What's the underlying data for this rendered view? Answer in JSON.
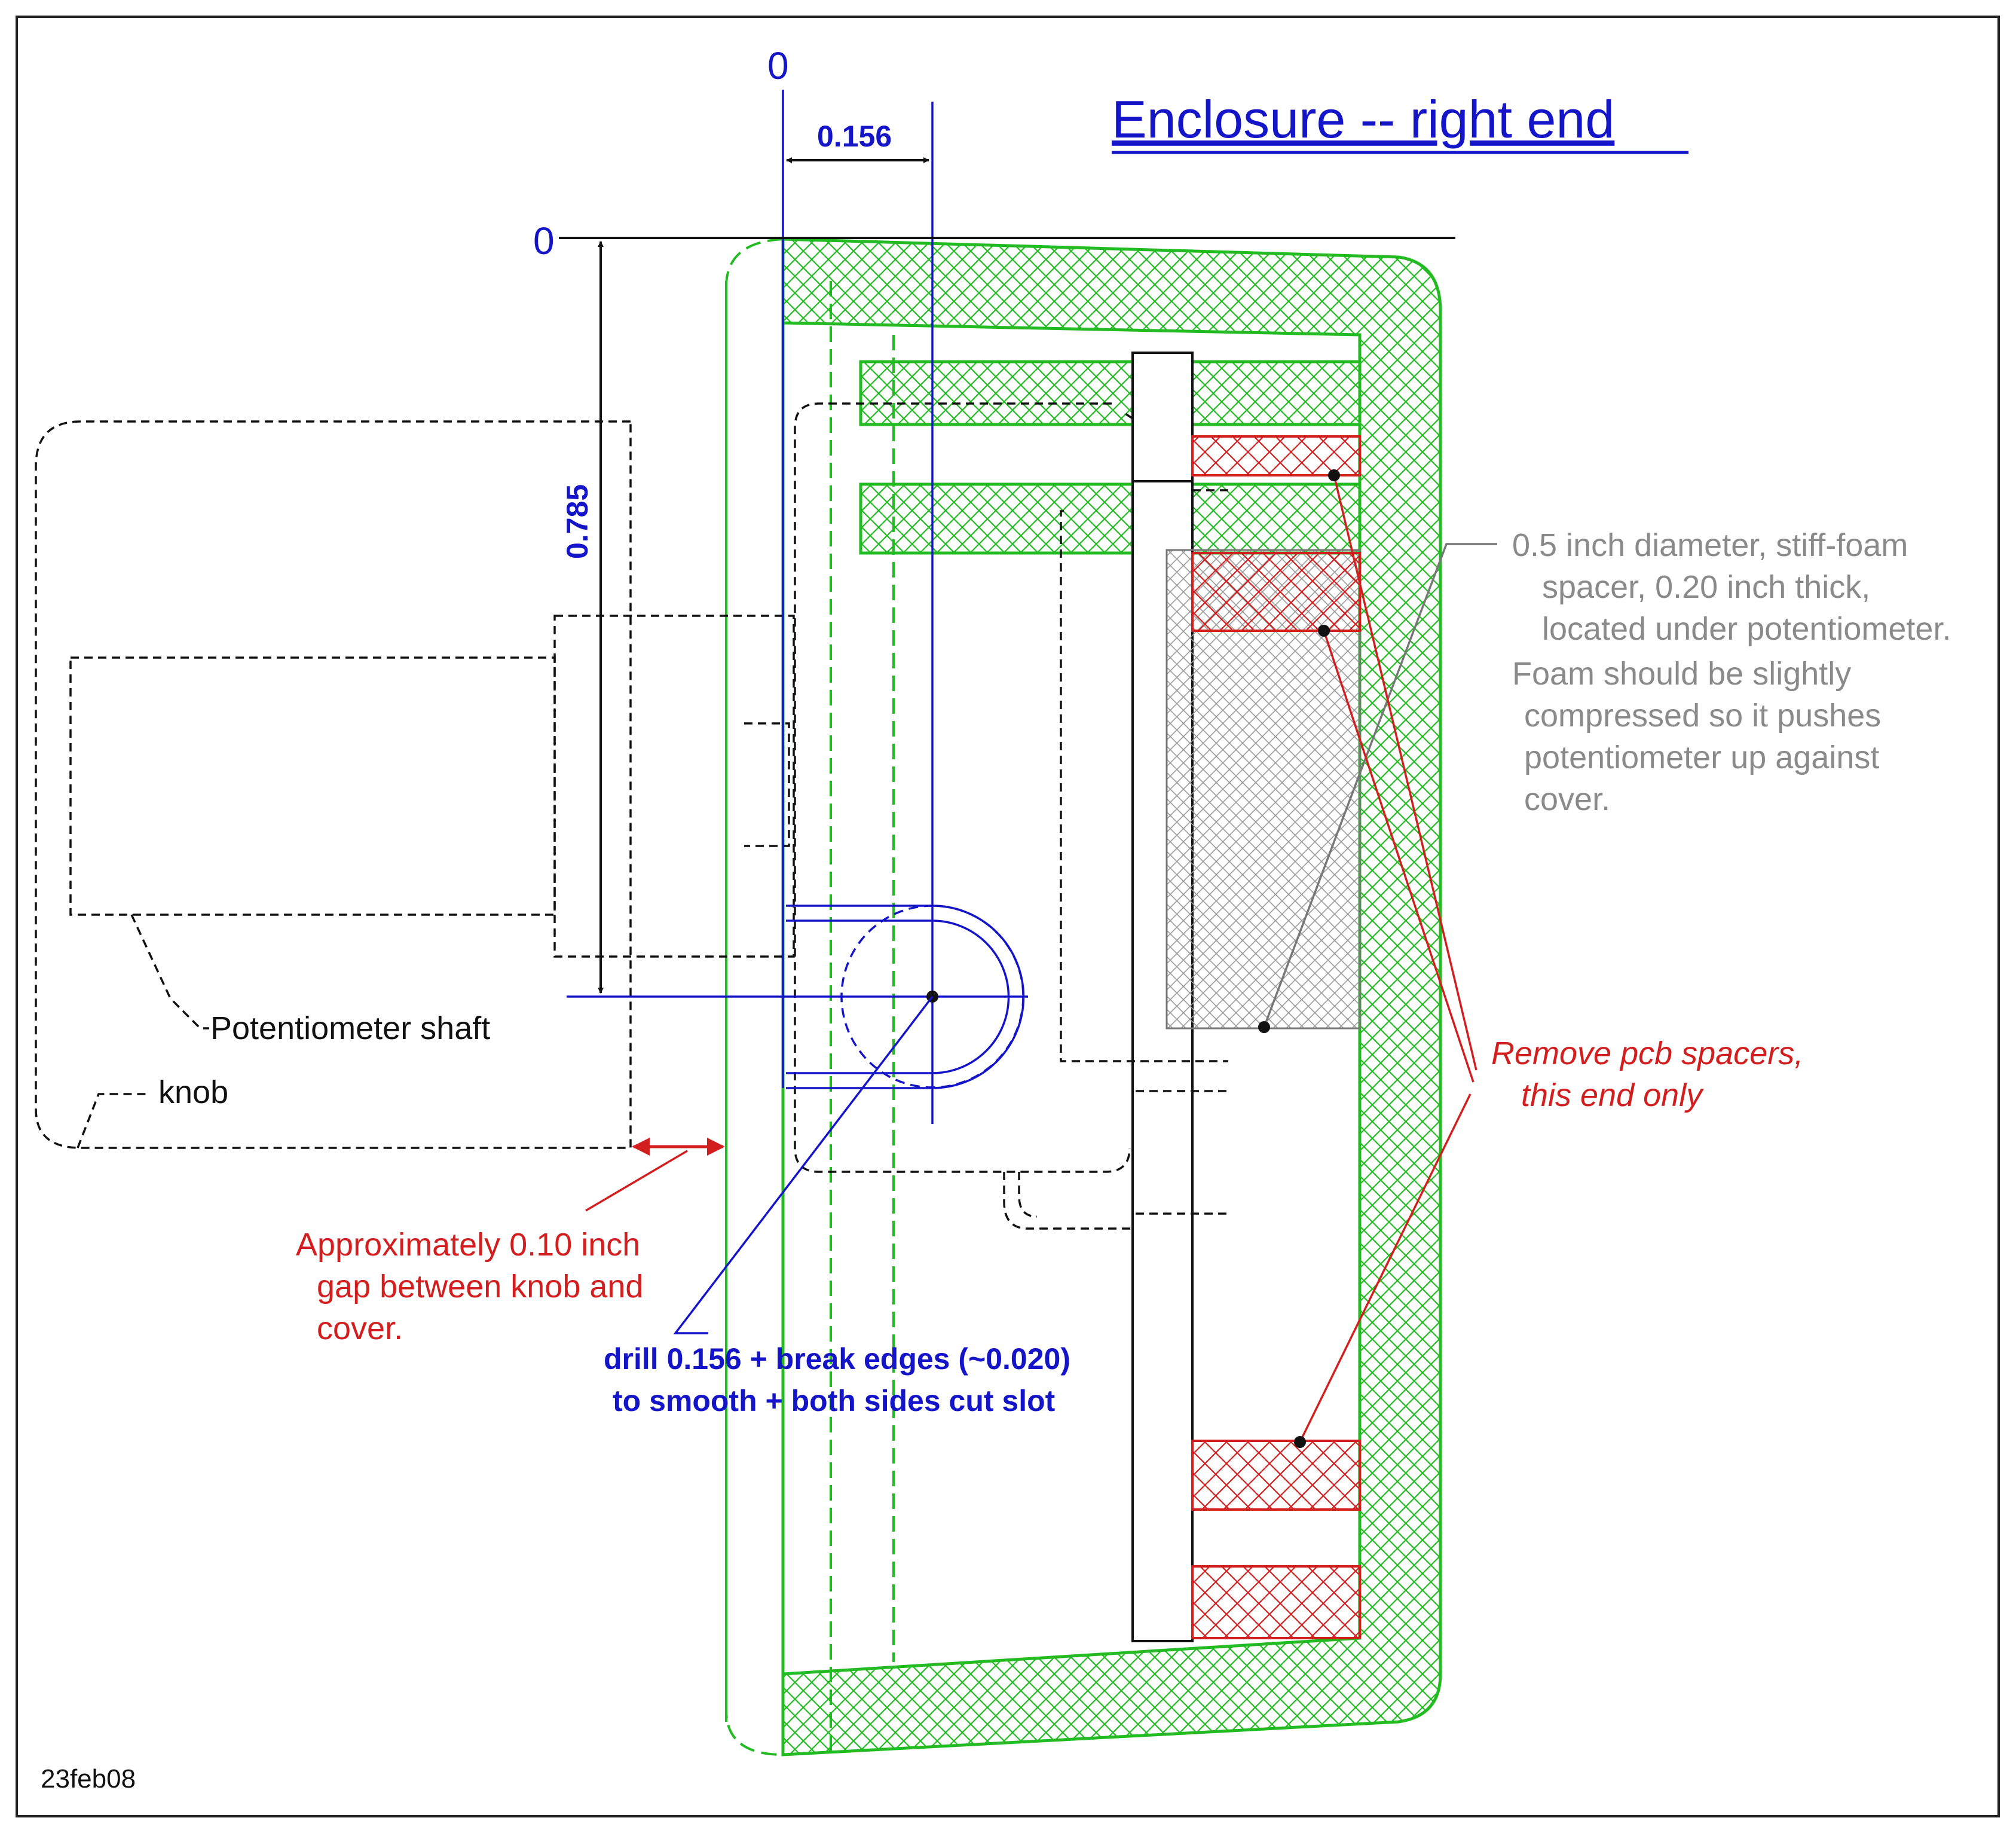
{
  "title": "Enclosure -- right end",
  "datums": {
    "x_zero": "0",
    "y_zero": "0"
  },
  "dimensions": {
    "horizontal": "0.156",
    "vertical": "0.785"
  },
  "labels": {
    "potentiometer_shaft": "Potentiometer shaft",
    "knob": "knob",
    "foam_spacer": [
      "0.5 inch diameter, stiff-foam",
      "spacer, 0.20 inch thick,",
      "located under potentiometer.",
      "Foam should be slightly",
      "compressed so it pushes",
      "potentiometer up against",
      "cover."
    ],
    "remove_spacers": [
      "Remove pcb spacers,",
      "this end only"
    ],
    "gap_note": [
      "Approximately 0.10 inch",
      "gap between knob and",
      "cover."
    ],
    "drill_note": [
      "drill 0.156 + break edges (~0.020)",
      "to smooth + both sides cut slot"
    ],
    "date": "23feb08"
  },
  "colors": {
    "enclosure_green": "#22bb22",
    "dimension_blue": "#1414c8",
    "note_red": "#d21e1e",
    "foam_gray": "#9a9a9a",
    "outline_black": "#111111"
  }
}
